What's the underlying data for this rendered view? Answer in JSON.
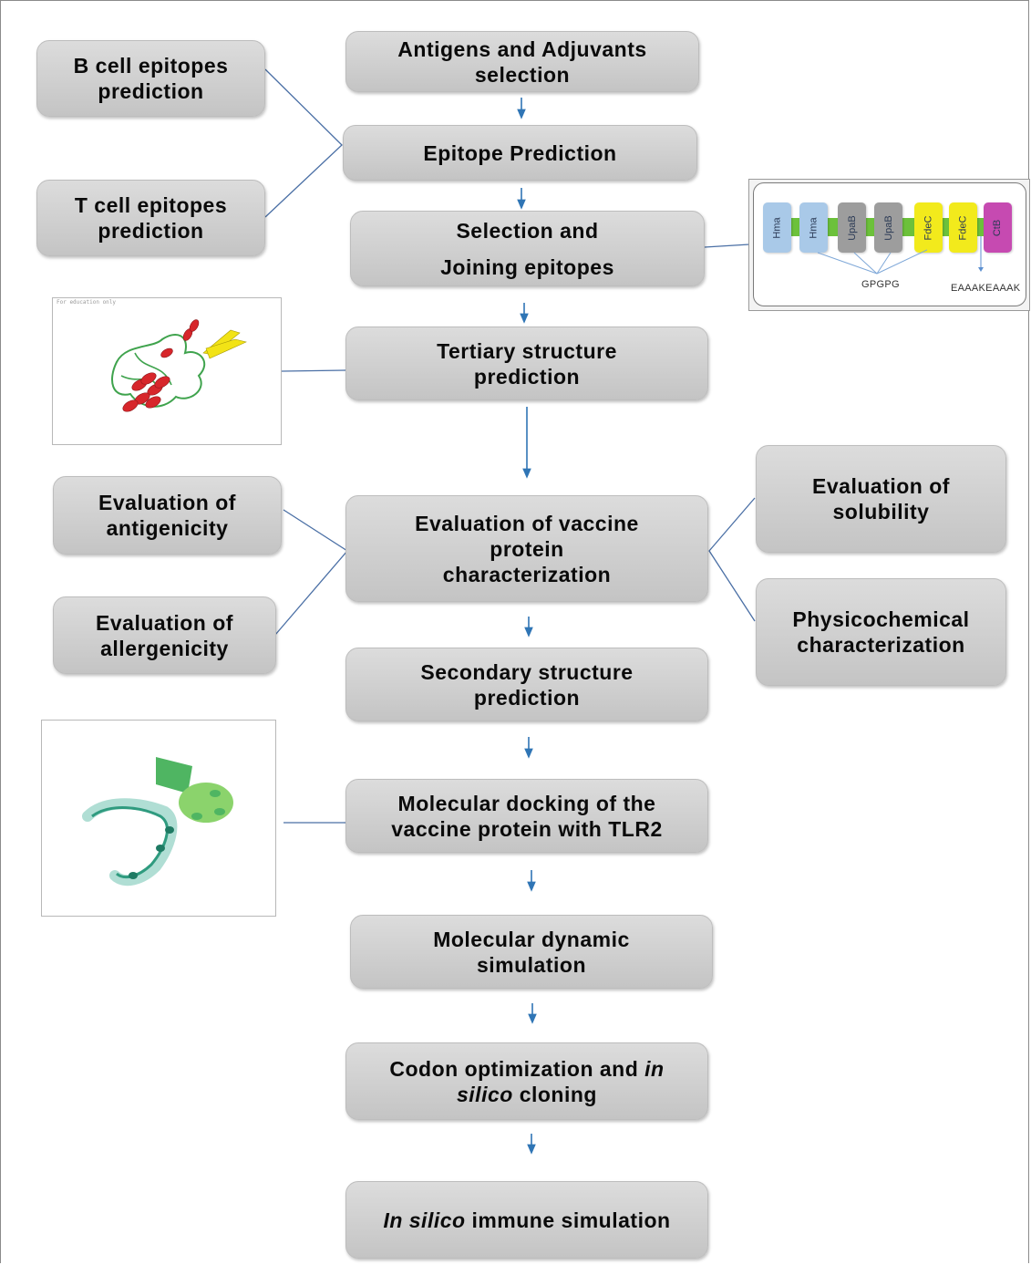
{
  "diagram": {
    "type": "flowchart",
    "title": "Multi-epitope vaccine design workflow",
    "colors": {
      "box_fill": "#d1d1d1",
      "connector": "#4a6fa5",
      "arrow": "#2f75b5"
    },
    "main_steps": [
      {
        "id": "antigens",
        "lines": [
          "Antigens and Adjuvants",
          "selection"
        ]
      },
      {
        "id": "epitope-prediction",
        "lines": [
          "Epitope Prediction"
        ]
      },
      {
        "id": "selection-joining",
        "lines": [
          "Selection and",
          "Joining epitopes"
        ]
      },
      {
        "id": "tertiary",
        "lines": [
          "Tertiary structure",
          "prediction"
        ]
      },
      {
        "id": "evaluation",
        "lines": [
          "Evaluation of vaccine",
          "protein",
          "characterization"
        ]
      },
      {
        "id": "secondary",
        "lines": [
          "Secondary structure",
          "prediction"
        ]
      },
      {
        "id": "docking",
        "lines": [
          "Molecular docking of the",
          "vaccine protein with TLR2"
        ]
      },
      {
        "id": "md",
        "lines": [
          "Molecular dynamic",
          "simulation"
        ]
      },
      {
        "id": "codon",
        "line1_a": "Codon optimization and ",
        "line1_b": "in",
        "line2_a": "silico",
        "line2_b": " cloning"
      },
      {
        "id": "immune",
        "line_a": "In silico",
        "line_b": " immune simulation"
      }
    ],
    "side_steps": {
      "b_cell": {
        "lines": [
          "B cell epitopes",
          "prediction"
        ]
      },
      "t_cell": {
        "lines": [
          "T cell epitopes",
          "prediction"
        ]
      },
      "antigenicity": {
        "lines": [
          "Evaluation of",
          "antigenicity"
        ]
      },
      "allergenicity": {
        "lines": [
          "Evaluation of",
          "allergenicity"
        ]
      },
      "solubility": {
        "lines": [
          "Evaluation of",
          "solubility"
        ]
      },
      "physicochemical": {
        "lines": [
          "Physicochemical",
          "characterization"
        ]
      }
    },
    "construct": {
      "segments": [
        {
          "label": "Hma",
          "color": "#a9c9e8"
        },
        {
          "label": "Hma",
          "color": "#a9c9e8"
        },
        {
          "label": "UpaB",
          "color": "#9d9d9d"
        },
        {
          "label": "UpaB",
          "color": "#9d9d9d"
        },
        {
          "label": "FdeC",
          "color": "#f2ea1c"
        },
        {
          "label": "FdeC",
          "color": "#f2ea1c"
        },
        {
          "label": "CtB",
          "color": "#c64ab1"
        }
      ],
      "linker_gp": "GPGPG",
      "linker_ea": "EAAAKEAAAK",
      "linker_color": "#6cc13b"
    },
    "images": {
      "tertiary_model": "Cartoon model of vaccine protein (red helices, yellow sheets, green loops)",
      "tertiary_caption": "For education only",
      "docking_model": "Cartoon model of vaccine-TLR2 docked complex (green)"
    }
  }
}
